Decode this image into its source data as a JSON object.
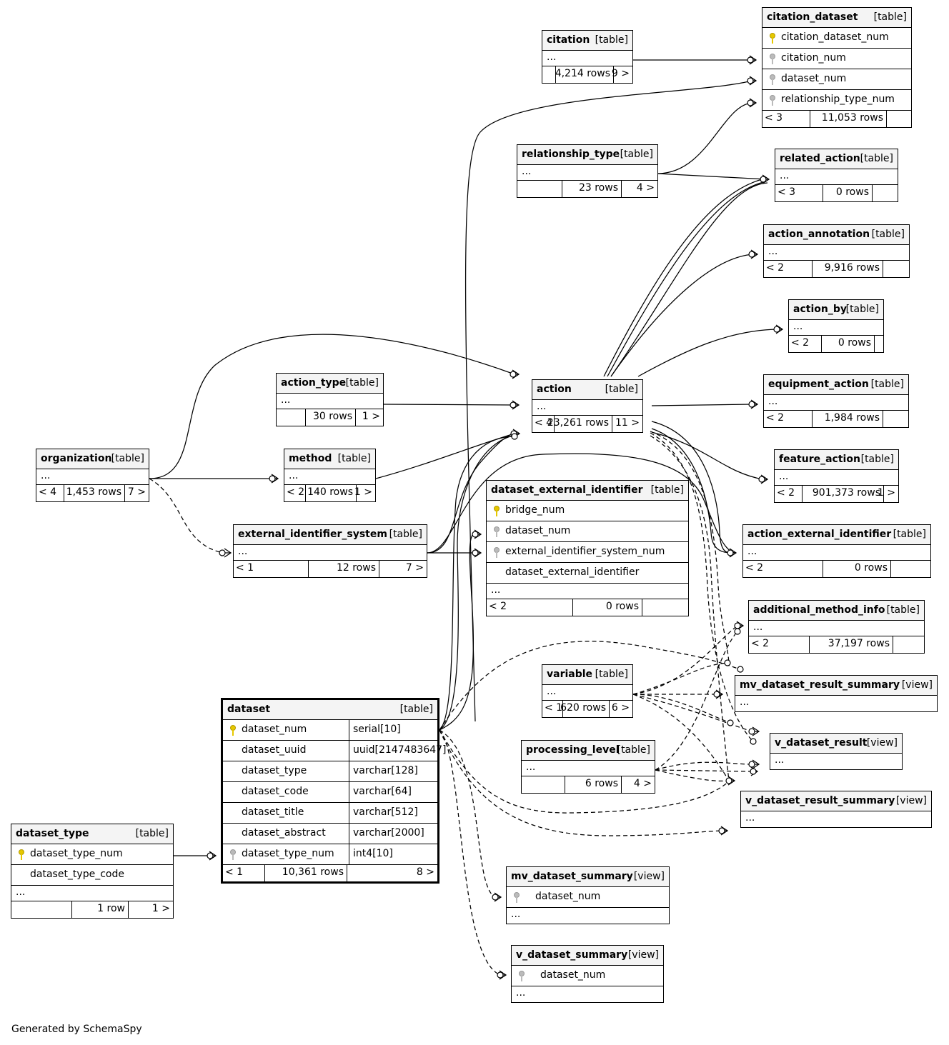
{
  "footer": "Generated by SchemaSpy",
  "entities": [
    {
      "id": "citation_dataset",
      "name": "citation_dataset",
      "type": "[table]",
      "columns": [
        {
          "name": "citation_dataset_num",
          "key": "pk"
        },
        {
          "name": "citation_num",
          "key": "fk"
        },
        {
          "name": "dataset_num",
          "key": "fk"
        },
        {
          "name": "relationship_type_num",
          "key": "fk"
        }
      ],
      "ellipsis": "",
      "footer": {
        "parents": "< 3",
        "rows": "11,053 rows",
        "children": ""
      }
    },
    {
      "id": "citation",
      "name": "citation",
      "type": "[table]",
      "columns": [],
      "ellipsis": "...",
      "footer": {
        "parents": "",
        "rows": "4,214 rows",
        "children": "9 >"
      }
    },
    {
      "id": "relationship_type",
      "name": "relationship_type",
      "type": "[table]",
      "columns": [],
      "ellipsis": "...",
      "footer": {
        "parents": "",
        "rows": "23 rows",
        "children": "4 >"
      }
    },
    {
      "id": "related_action",
      "name": "related_action",
      "type": "[table]",
      "columns": [],
      "ellipsis": "...",
      "footer": {
        "parents": "< 3",
        "rows": "0 rows",
        "children": ""
      }
    },
    {
      "id": "action_annotation",
      "name": "action_annotation",
      "type": "[table]",
      "columns": [],
      "ellipsis": "...",
      "footer": {
        "parents": "< 2",
        "rows": "9,916 rows",
        "children": ""
      }
    },
    {
      "id": "action_by",
      "name": "action_by",
      "type": "[table]",
      "columns": [],
      "ellipsis": "...",
      "footer": {
        "parents": "< 2",
        "rows": "0 rows",
        "children": ""
      }
    },
    {
      "id": "action_type",
      "name": "action_type",
      "type": "[table]",
      "columns": [],
      "ellipsis": "...",
      "footer": {
        "parents": "",
        "rows": "30 rows",
        "children": "1 >"
      }
    },
    {
      "id": "action",
      "name": "action",
      "type": "[table]",
      "columns": [],
      "ellipsis": "...",
      "footer": {
        "parents": "< 4",
        "rows": "23,261 rows",
        "children": "11 >"
      }
    },
    {
      "id": "equipment_action",
      "name": "equipment_action",
      "type": "[table]",
      "columns": [],
      "ellipsis": "...",
      "footer": {
        "parents": "< 2",
        "rows": "1,984 rows",
        "children": ""
      }
    },
    {
      "id": "organization",
      "name": "organization",
      "type": "[table]",
      "columns": [],
      "ellipsis": "...",
      "footer": {
        "parents": "< 4",
        "rows": "1,453 rows",
        "children": "7 >"
      }
    },
    {
      "id": "method",
      "name": "method",
      "type": "[table]",
      "columns": [],
      "ellipsis": "...",
      "footer": {
        "parents": "< 2",
        "rows": "140 rows",
        "children": "1 >"
      }
    },
    {
      "id": "feature_action",
      "name": "feature_action",
      "type": "[table]",
      "columns": [],
      "ellipsis": "...",
      "footer": {
        "parents": "< 2",
        "rows": "901,373 rows",
        "children": "1 >"
      }
    },
    {
      "id": "dataset_external_identifier",
      "name": "dataset_external_identifier",
      "type": "[table]",
      "columns": [
        {
          "name": "bridge_num",
          "key": "pk"
        },
        {
          "name": "dataset_num",
          "key": "fk"
        },
        {
          "name": "external_identifier_system_num",
          "key": "fk"
        },
        {
          "name": "dataset_external_identifier",
          "key": ""
        }
      ],
      "ellipsis": "...",
      "footer": {
        "parents": "< 2",
        "rows": "0 rows",
        "children": ""
      }
    },
    {
      "id": "external_identifier_system",
      "name": "external_identifier_system",
      "type": "[table]",
      "columns": [],
      "ellipsis": "...",
      "footer": {
        "parents": "< 1",
        "rows": "12 rows",
        "children": "7 >"
      }
    },
    {
      "id": "action_external_identifier",
      "name": "action_external_identifier",
      "type": "[table]",
      "columns": [],
      "ellipsis": "...",
      "footer": {
        "parents": "< 2",
        "rows": "0 rows",
        "children": ""
      }
    },
    {
      "id": "additional_method_info",
      "name": "additional_method_info",
      "type": "[table]",
      "columns": [],
      "ellipsis": "...",
      "footer": {
        "parents": "< 2",
        "rows": "37,197 rows",
        "children": ""
      }
    },
    {
      "id": "variable",
      "name": "variable",
      "type": "[table]",
      "columns": [],
      "ellipsis": "...",
      "footer": {
        "parents": "< 1",
        "rows": "620 rows",
        "children": "6 >"
      }
    },
    {
      "id": "mv_dataset_result_summary",
      "name": "mv_dataset_result_summary",
      "type": "[view]",
      "columns": [],
      "ellipsis": "...",
      "footer": null
    },
    {
      "id": "dataset",
      "name": "dataset",
      "type": "[table]",
      "focus": true,
      "columns": [
        {
          "name": "dataset_num",
          "key": "pk",
          "type": "serial[10]"
        },
        {
          "name": "dataset_uuid",
          "key": "",
          "type": "uuid[2147483647]"
        },
        {
          "name": "dataset_type",
          "key": "",
          "type": "varchar[128]"
        },
        {
          "name": "dataset_code",
          "key": "",
          "type": "varchar[64]"
        },
        {
          "name": "dataset_title",
          "key": "",
          "type": "varchar[512]"
        },
        {
          "name": "dataset_abstract",
          "key": "",
          "type": "varchar[2000]"
        },
        {
          "name": "dataset_type_num",
          "key": "fk",
          "type": "int4[10]"
        }
      ],
      "ellipsis": "",
      "footer": {
        "parents": "< 1",
        "rows": "10,361 rows",
        "children": "8 >"
      }
    },
    {
      "id": "processing_level",
      "name": "processing_level",
      "type": "[table]",
      "columns": [],
      "ellipsis": "...",
      "footer": {
        "parents": "",
        "rows": "6 rows",
        "children": "4 >"
      }
    },
    {
      "id": "v_dataset_result",
      "name": "v_dataset_result",
      "type": "[view]",
      "columns": [],
      "ellipsis": "...",
      "footer": null
    },
    {
      "id": "v_dataset_result_summary",
      "name": "v_dataset_result_summary",
      "type": "[view]",
      "columns": [],
      "ellipsis": "...",
      "footer": null
    },
    {
      "id": "dataset_type",
      "name": "dataset_type",
      "type": "[table]",
      "columns": [
        {
          "name": "dataset_type_num",
          "key": "pk"
        },
        {
          "name": "dataset_type_code",
          "key": ""
        }
      ],
      "ellipsis": "...",
      "footer": {
        "parents": "",
        "rows": "1 row",
        "children": "1 >"
      }
    },
    {
      "id": "mv_dataset_summary",
      "name": "mv_dataset_summary",
      "type": "[view]",
      "columns": [
        {
          "name": "dataset_num",
          "key": "fk"
        }
      ],
      "ellipsis": "...",
      "footer": null
    },
    {
      "id": "v_dataset_summary",
      "name": "v_dataset_summary",
      "type": "[view]",
      "columns": [
        {
          "name": "dataset_num",
          "key": "fk"
        }
      ],
      "ellipsis": "...",
      "footer": null
    }
  ]
}
